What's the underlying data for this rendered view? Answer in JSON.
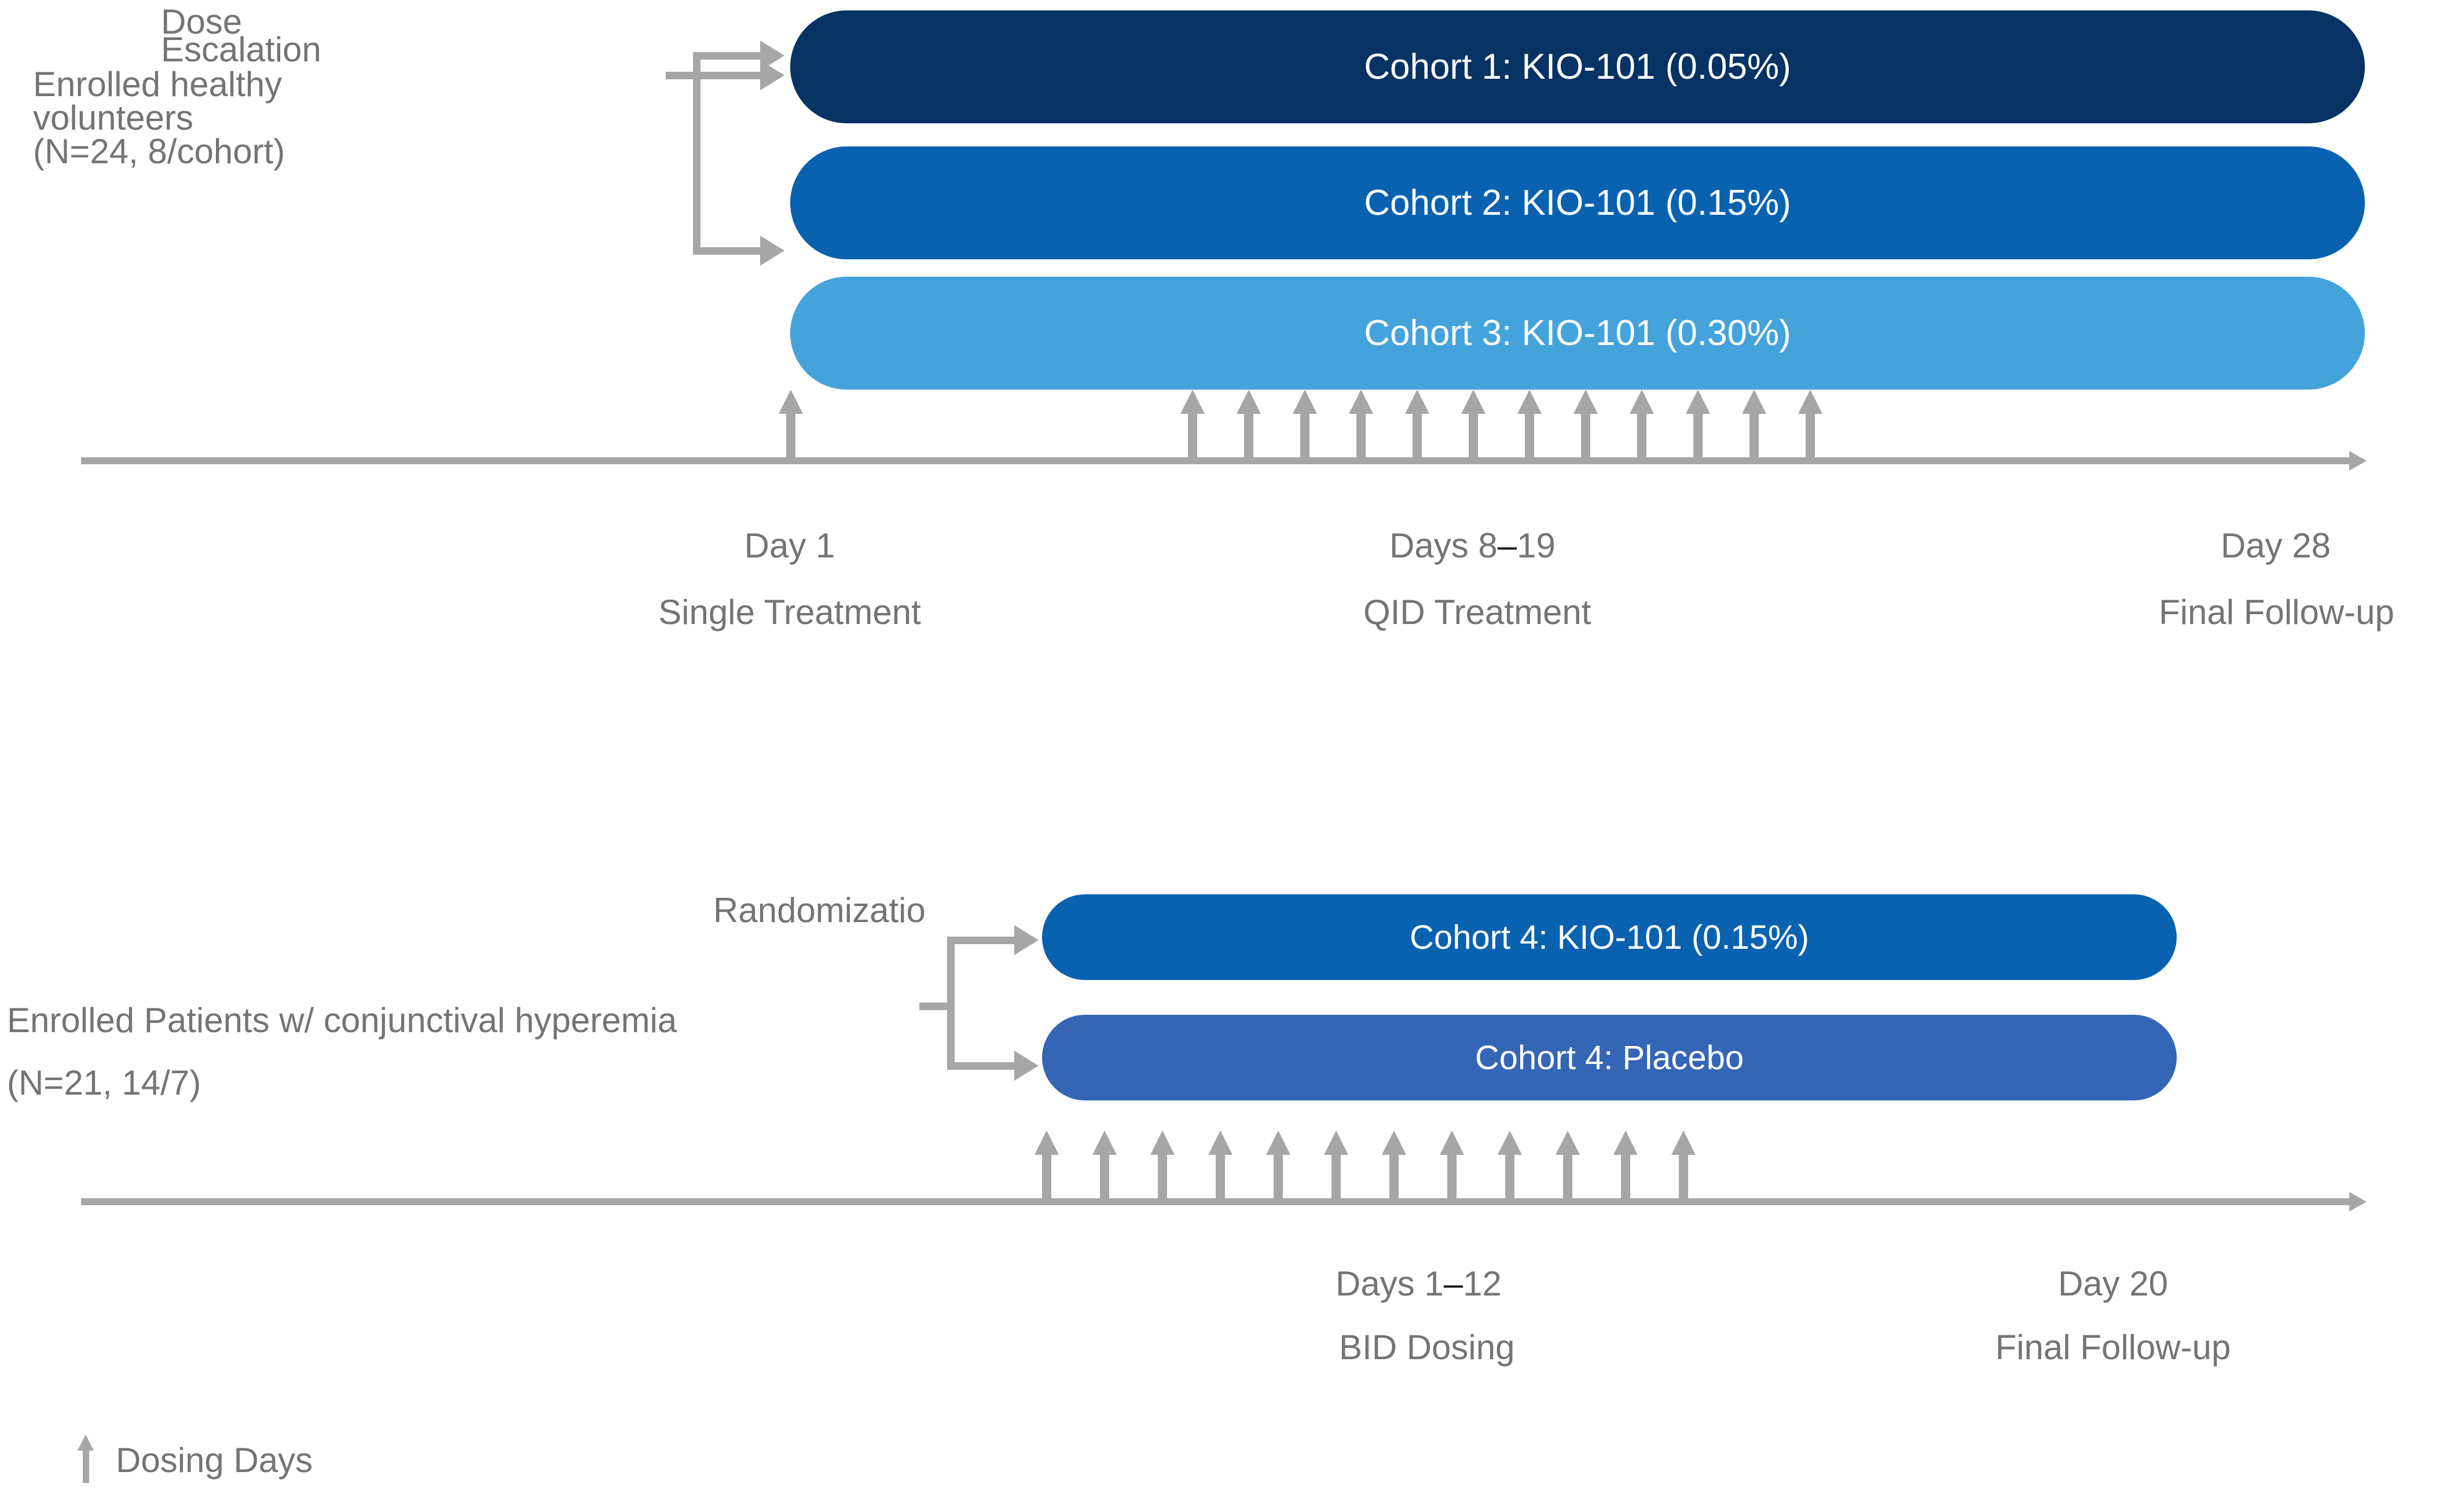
{
  "diagram": {
    "title_semantics": "KIO-101 clinical trial design timeline",
    "colors": {
      "cohort1": "#063264",
      "cohort2": "#0962B0",
      "cohort3": "#45A3DC",
      "cohort4_active": "#0962B0",
      "cohort4_placebo": "#3566B5",
      "gray": "#a6a6a6",
      "text_gray": "#747474",
      "label_white": "#ffffff"
    }
  },
  "study1": {
    "enrollment": {
      "line1": "Enrolled healthy",
      "line2": "volunteers",
      "line3": "(N=24, 8/cohort)"
    },
    "branch_label": {
      "line1": "Dose",
      "line2": "Escalation"
    },
    "cohorts": [
      {
        "label": "Cohort 1: KIO-101 (0.05%)",
        "color": "#063264"
      },
      {
        "label": "Cohort 2: KIO-101 (0.15%)",
        "color": "#0962B0"
      },
      {
        "label": "Cohort 3: KIO-101 (0.30%)",
        "color": "#45A3DC"
      }
    ],
    "milestones": [
      {
        "day": "Day 1",
        "desc": "Single Treatment"
      },
      {
        "day_pre": "Days 8",
        "dash": "–",
        "day_post": "19",
        "day": "Days 8–19",
        "desc": "QID Treatment"
      },
      {
        "day": "Day 28",
        "desc": "Final Follow-up"
      }
    ],
    "dosing_arrows": {
      "single_day_count": 1,
      "qid_count": 12,
      "qid_days": [
        8,
        9,
        10,
        11,
        12,
        13,
        14,
        15,
        16,
        17,
        18,
        19
      ],
      "single_days": [
        1
      ]
    }
  },
  "study2": {
    "enrollment": {
      "line1": "Enrolled Patients w/ conjunctival hyperemia",
      "line2": "(N=21, 14/7)"
    },
    "branch_label": {
      "line1": "Randomizatio"
    },
    "cohorts": [
      {
        "label": "Cohort 4: KIO-101 (0.15%)",
        "color": "#0962B0"
      },
      {
        "label": "Cohort 4: Placebo",
        "color": "#3566B5"
      }
    ],
    "milestones": [
      {
        "day_pre": "Days 1",
        "dash": "–",
        "day_post": "12",
        "day": "Days 1–12",
        "desc": "BID Dosing"
      },
      {
        "day": "Day 20",
        "desc": "Final Follow-up"
      }
    ],
    "dosing_arrows": {
      "bid_count": 12,
      "bid_days": [
        1,
        2,
        3,
        4,
        5,
        6,
        7,
        8,
        9,
        10,
        11,
        12
      ]
    }
  },
  "legend": {
    "label": "Dosing Days",
    "icon": "up-arrow"
  }
}
